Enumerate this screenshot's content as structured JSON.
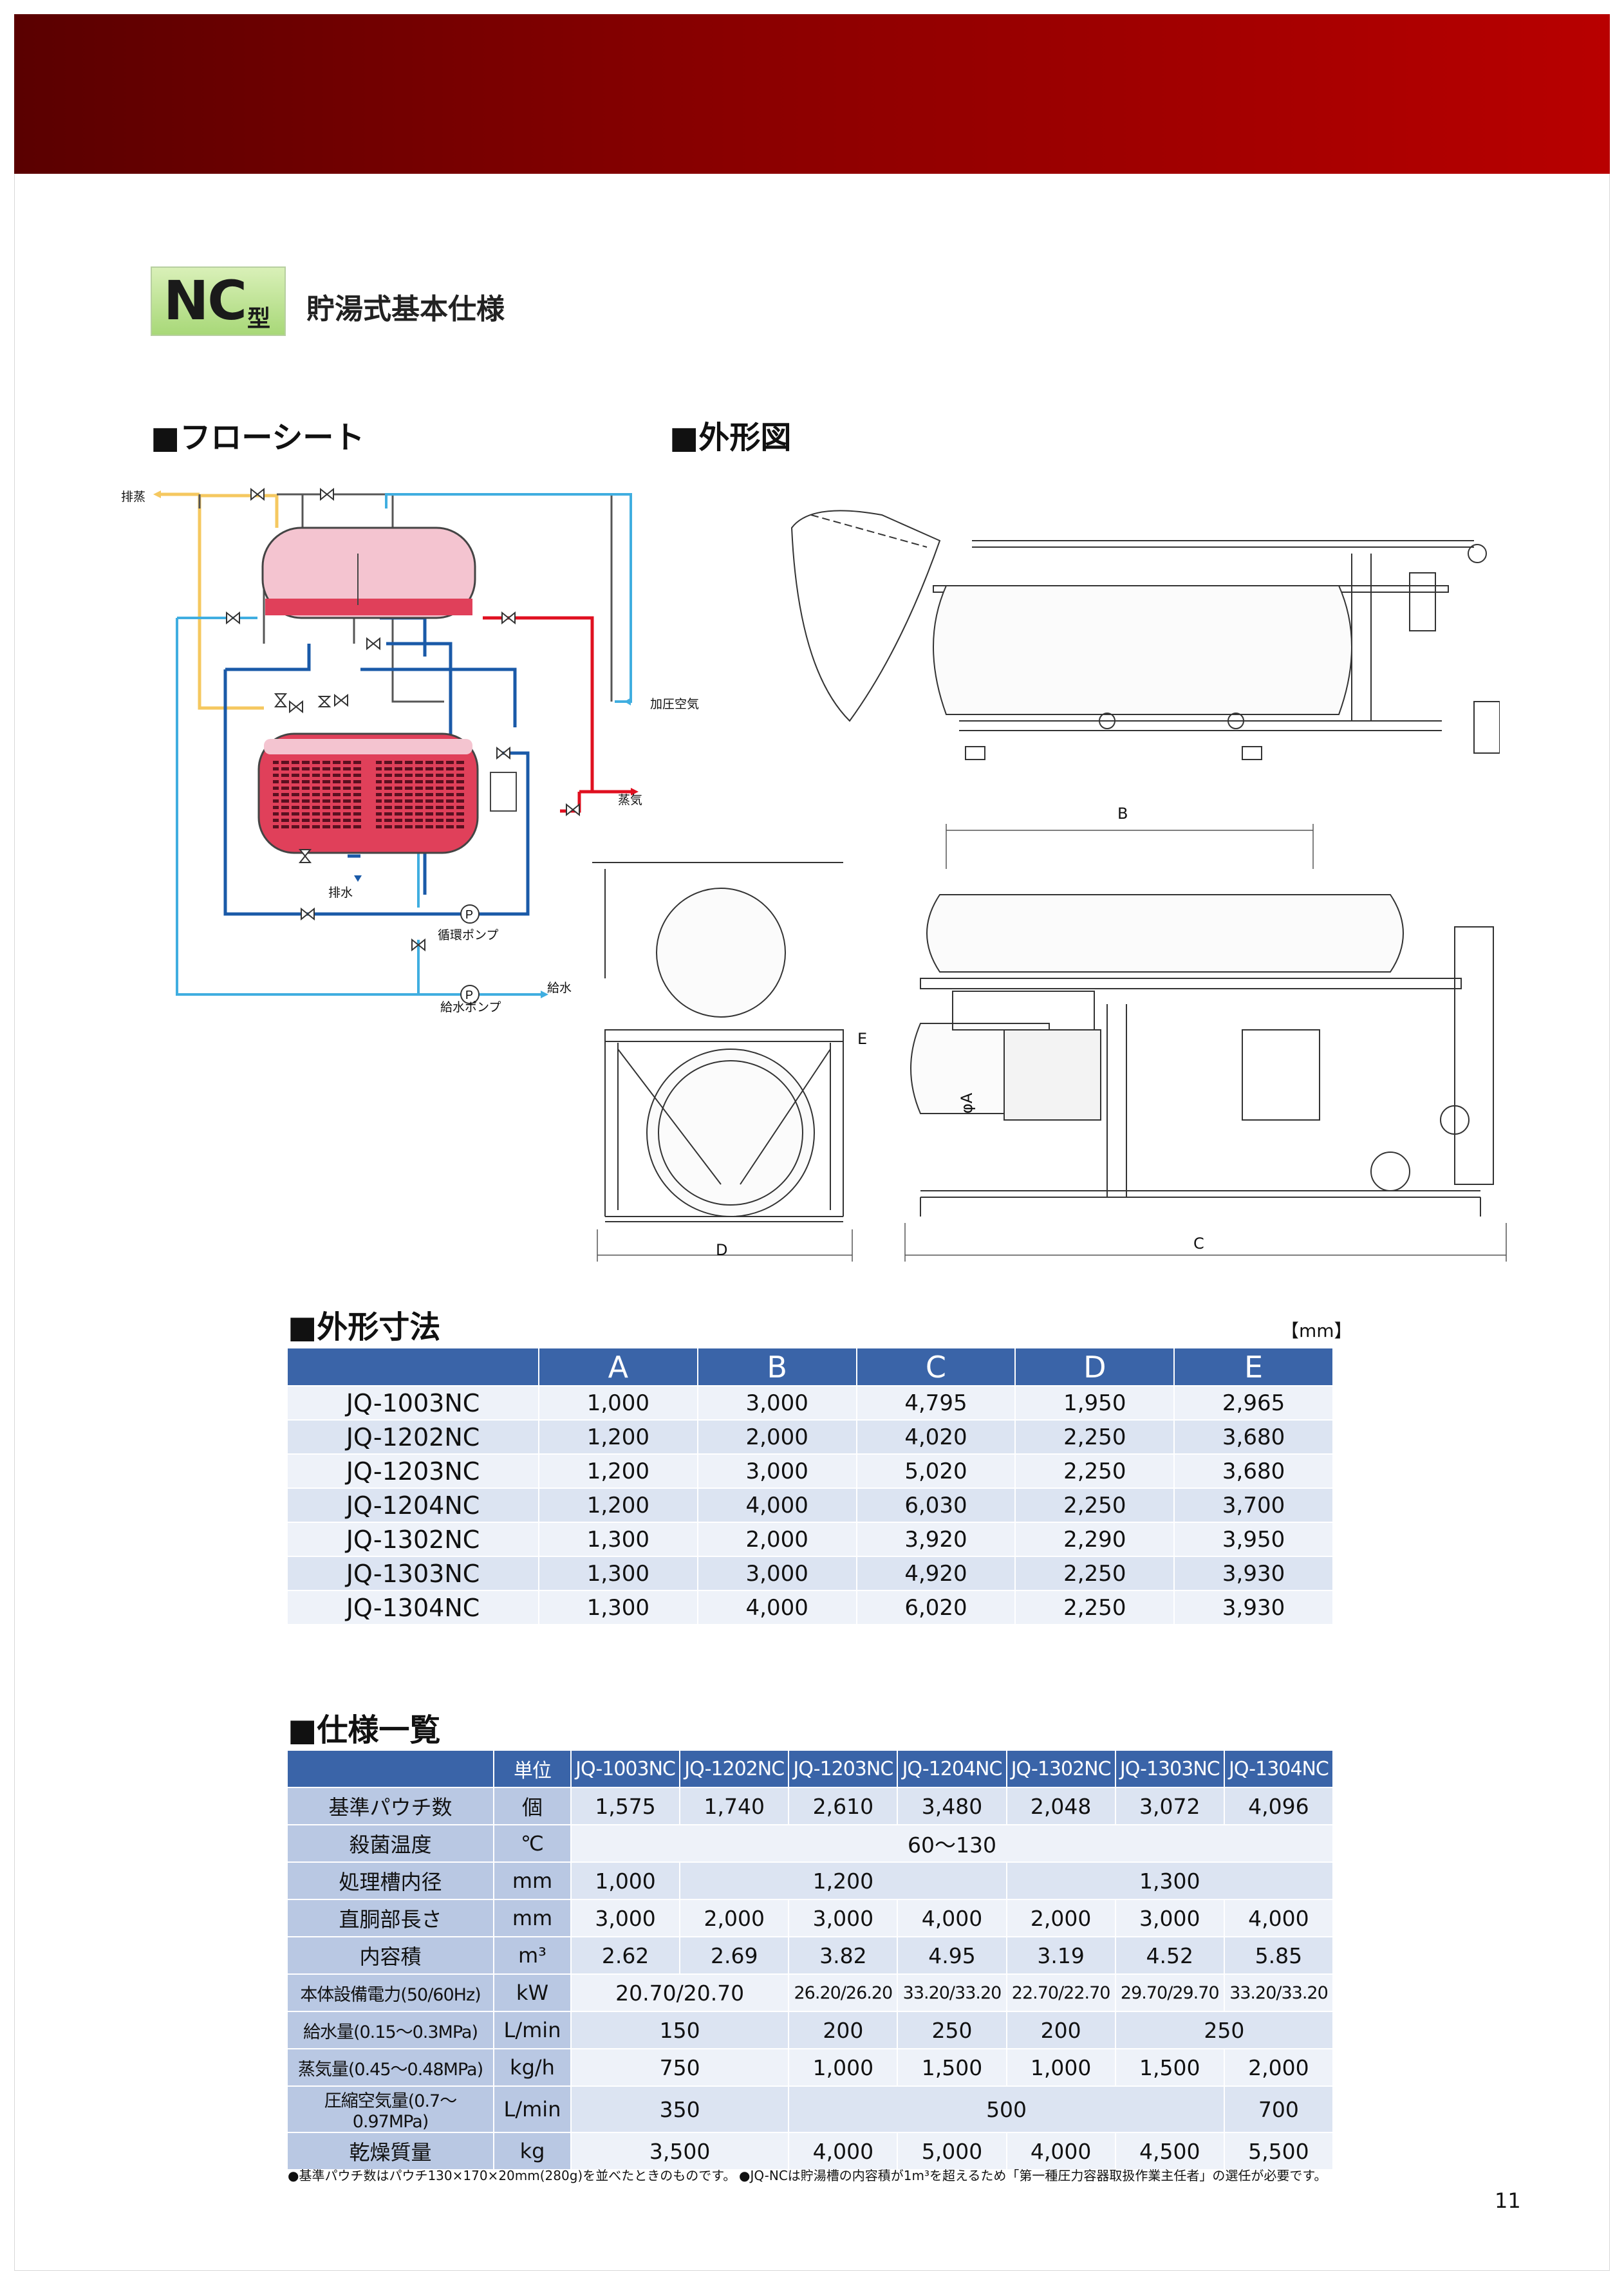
{
  "header": {
    "badge_main": "NC",
    "badge_suffix": "型",
    "title": "貯湯式基本仕様"
  },
  "sections": {
    "flow": "■フローシート",
    "outline": "■外形図",
    "dimensions": "■外形寸法",
    "specs": "■仕様一覧"
  },
  "flow_labels": {
    "exhaust_steam": "排蒸",
    "pressurized_air": "加圧空気",
    "steam": "蒸気",
    "drain": "排水",
    "circulation_pump": "循環ポンプ",
    "feed_water": "給水",
    "feed_pump": "給水ポンプ",
    "pump_symbol": "P"
  },
  "outline_labels": {
    "b": "B",
    "c": "C",
    "d": "D",
    "e": "E",
    "phi_a": "φA"
  },
  "dimensions_table": {
    "unit": "【mm】",
    "headers": [
      "",
      "A",
      "B",
      "C",
      "D",
      "E"
    ],
    "rows": [
      [
        "JQ-1003NC",
        "1,000",
        "3,000",
        "4,795",
        "1,950",
        "2,965"
      ],
      [
        "JQ-1202NC",
        "1,200",
        "2,000",
        "4,020",
        "2,250",
        "3,680"
      ],
      [
        "JQ-1203NC",
        "1,200",
        "3,000",
        "5,020",
        "2,250",
        "3,680"
      ],
      [
        "JQ-1204NC",
        "1,200",
        "4,000",
        "6,030",
        "2,250",
        "3,700"
      ],
      [
        "JQ-1302NC",
        "1,300",
        "2,000",
        "3,920",
        "2,290",
        "3,950"
      ],
      [
        "JQ-1303NC",
        "1,300",
        "3,000",
        "4,920",
        "2,250",
        "3,930"
      ],
      [
        "JQ-1304NC",
        "1,300",
        "4,000",
        "6,020",
        "2,250",
        "3,930"
      ]
    ]
  },
  "spec_table": {
    "headers": [
      "",
      "単位",
      "JQ-1003NC",
      "JQ-1202NC",
      "JQ-1203NC",
      "JQ-1204NC",
      "JQ-1302NC",
      "JQ-1303NC",
      "JQ-1304NC"
    ],
    "rows": {
      "pouch": {
        "label": "基準パウチ数",
        "unit": "個",
        "values": [
          "1,575",
          "1,740",
          "2,610",
          "3,480",
          "2,048",
          "3,072",
          "4,096"
        ]
      },
      "sterilize": {
        "label": "殺菌温度",
        "unit": "℃",
        "value": "60〜130"
      },
      "diameter": {
        "label": "処理槽内径",
        "unit": "mm",
        "values": [
          "1,000",
          "1,200",
          "1,300"
        ]
      },
      "length": {
        "label": "直胴部長さ",
        "unit": "mm",
        "values": [
          "3,000",
          "2,000",
          "3,000",
          "4,000",
          "2,000",
          "3,000",
          "4,000"
        ]
      },
      "volume": {
        "label": "内容積",
        "unit": "m³",
        "values": [
          "2.62",
          "2.69",
          "3.82",
          "4.95",
          "3.19",
          "4.52",
          "5.85"
        ]
      },
      "power": {
        "label": "本体設備電力(50/60Hz)",
        "unit": "kW",
        "values": [
          "20.70/20.70",
          "26.20/26.20",
          "33.20/33.20",
          "22.70/22.70",
          "29.70/29.70",
          "33.20/33.20"
        ]
      },
      "water": {
        "label": "給水量(0.15〜0.3MPa)",
        "unit": "L/min",
        "values": [
          "150",
          "200",
          "250",
          "200",
          "250"
        ]
      },
      "steam": {
        "label": "蒸気量(0.45〜0.48MPa)",
        "unit": "kg/h",
        "values": [
          "750",
          "1,000",
          "1,500",
          "1,000",
          "1,500",
          "2,000"
        ]
      },
      "air": {
        "label": "圧縮空気量(0.7〜0.97MPa)",
        "unit": "L/min",
        "values": [
          "350",
          "500",
          "700"
        ]
      },
      "dry_mass": {
        "label": "乾燥質量",
        "unit": "kg",
        "values": [
          "3,500",
          "4,000",
          "5,000",
          "4,000",
          "4,500",
          "5,500"
        ]
      }
    }
  },
  "footnotes": {
    "note1": "●基準パウチ数はパウチ130×170×20mm(280g)を並べたときのものです。",
    "note2": "●JQ-NCは貯湯槽の内容積が1m³を超えるため「第一種圧力容器取扱作業主任者」の選任が必要です。"
  },
  "page_number": "11",
  "colors": {
    "banner": "#8a0000",
    "badge": "#b8e08c",
    "table_header": "#3a64a8",
    "tank_upper": "#f4c4d0",
    "tank_lower": "#e0405a",
    "line_blue": "#1a5aa8",
    "line_cyan": "#40aee0",
    "line_red": "#e01020",
    "line_yellow": "#f5c860"
  }
}
